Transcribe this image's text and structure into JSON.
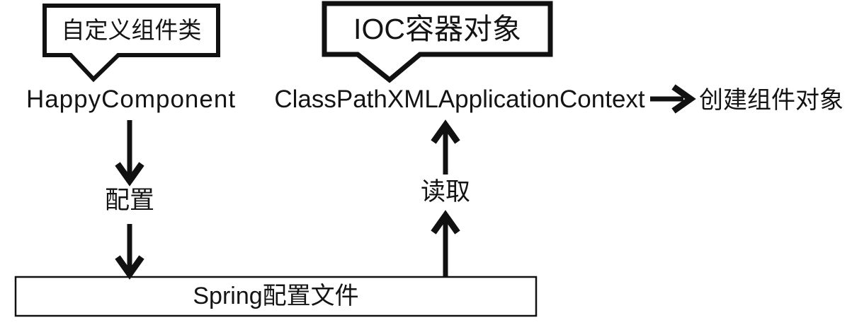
{
  "diagram": {
    "title_hint": "Spring IOC component configuration flow",
    "colors": {
      "ink": "#111111",
      "text": "#141414",
      "background": "#ffffff"
    },
    "callouts": {
      "custom_component_class": "自定义组件类",
      "ioc_container_object": "IOC容器对象"
    },
    "nodes": {
      "happy_component": "HappyComponent",
      "classpath_context": "ClassPathXMLApplicationContext",
      "create_component_object": "创建组件对象",
      "spring_config_file": "Spring配置文件"
    },
    "edge_labels": {
      "configure": "配置",
      "read": "读取"
    }
  }
}
